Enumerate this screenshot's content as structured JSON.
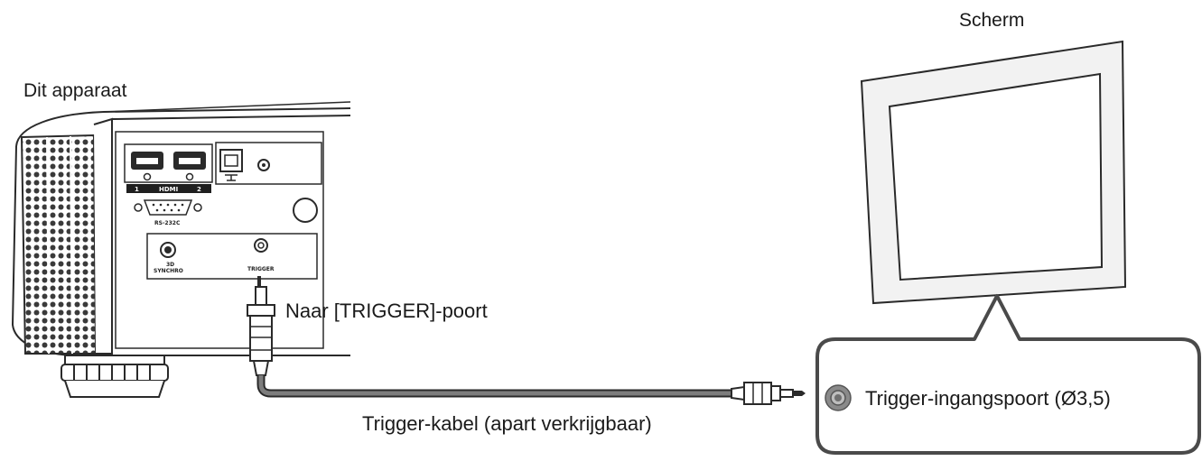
{
  "labels": {
    "device": "Dit apparaat",
    "screen": "Scherm",
    "trigger_port": "Naar [TRIGGER]-poort",
    "cable": "Trigger-kabel (apart verkrijgbaar)",
    "trigger_input": "Trigger-ingangspoort (Ø3,5)"
  },
  "panel": {
    "hdmi_caption": "HDMI",
    "hdmi_1": "1",
    "hdmi_2": "2",
    "rs232c": "RS-232C",
    "sync_3d_line1": "3D",
    "sync_3d_line2": "SYNCHRO",
    "trigger": "TRIGGER"
  },
  "colors": {
    "line": "#2a2a2a",
    "cable": "#7d7d7d",
    "screen_fill": "#f2f2f2"
  }
}
